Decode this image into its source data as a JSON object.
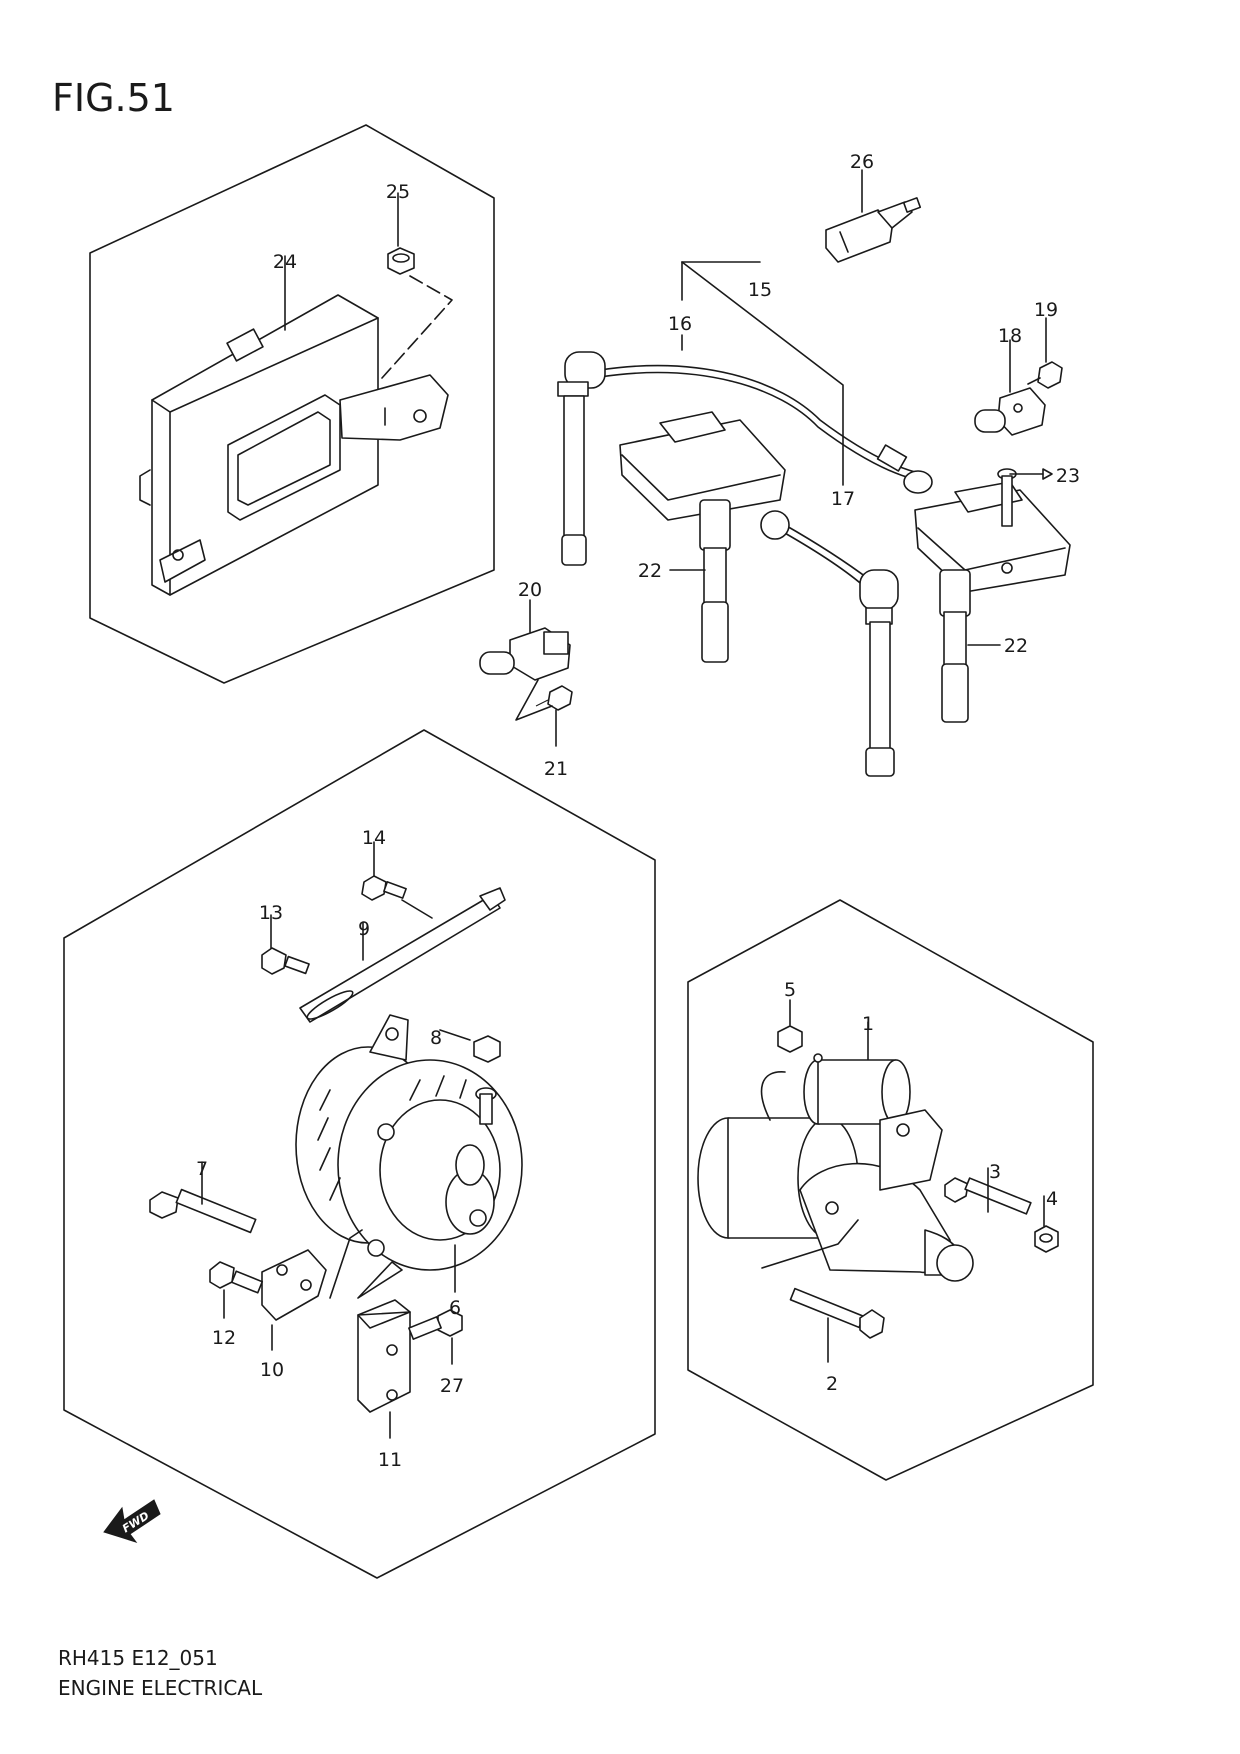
{
  "figure": {
    "title": "FIG.51",
    "code": "RH415 E12_051",
    "name": "ENGINE ELECTRICAL",
    "fwd_label": "FWD"
  },
  "callouts": [
    "1",
    "2",
    "3",
    "4",
    "5",
    "6",
    "7",
    "8",
    "9",
    "10",
    "11",
    "12",
    "13",
    "14",
    "15",
    "16",
    "17",
    "18",
    "19",
    "20",
    "21",
    "22",
    "23",
    "24",
    "25",
    "26",
    "27"
  ],
  "colors": {
    "line": "#1a1a1a",
    "background": "#ffffff"
  }
}
